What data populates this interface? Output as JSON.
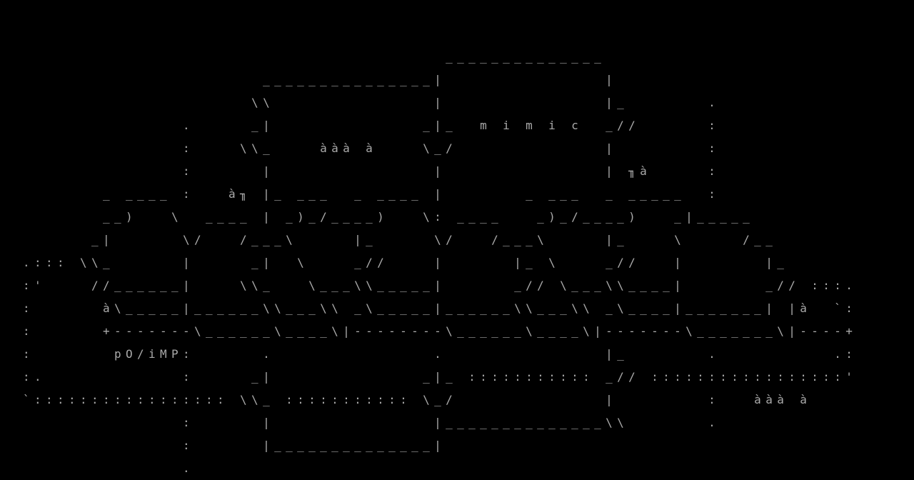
{
  "terminal": {
    "foreground": "#aaaaaa",
    "background": "#000000",
    "rows": [
      "",
      "",
      "                                       ______________",
      "                       _______________|              |",
      "                      \\\\              |              |_       .",
      "                .     _|             _|_  m i m i c  _//      :",
      "                :    \\\\_    ààà à    \\_/             |        :",
      "                :      |              |              | ╖à     :",
      "         _ ____ :   à╖ |_ ___  _ ____ |       _ ___  _ _____  :",
      "         __)   \\  ____ | _)_/____)   \\: ____   _)_/____)   _|_____",
      "        _|      \\/   /___\\     |_     \\/   /___\\     |_    \\     /__",
      "  .::: \\\\_      |     _|  \\    _//    |      |_ \\    _//   |       |_",
      "  :'    //______|    \\\\_   \\___\\\\_____|      _// \\___\\\\____|       _// :::.",
      "  :      à\\_____|______\\\\___\\\\ _\\_____|______\\\\___\\\\ _\\____|_______| |à  `:",
      "  :      +-------\\______\\____\\|--------\\______\\____\\|-------\\_______\\|----+",
      "  :       pO/iMP:      .              .              |_       .          .:",
      "  :.            :     _|             _|_ ::::::::::: _// :::::::::::::::::'",
      "  `::::::::::::::::: \\\\_ ::::::::::: \\_/             |        :   ààà à",
      "                :      |              |______________\\\\       .",
      "                :      |______________|",
      "                ."
    ]
  }
}
